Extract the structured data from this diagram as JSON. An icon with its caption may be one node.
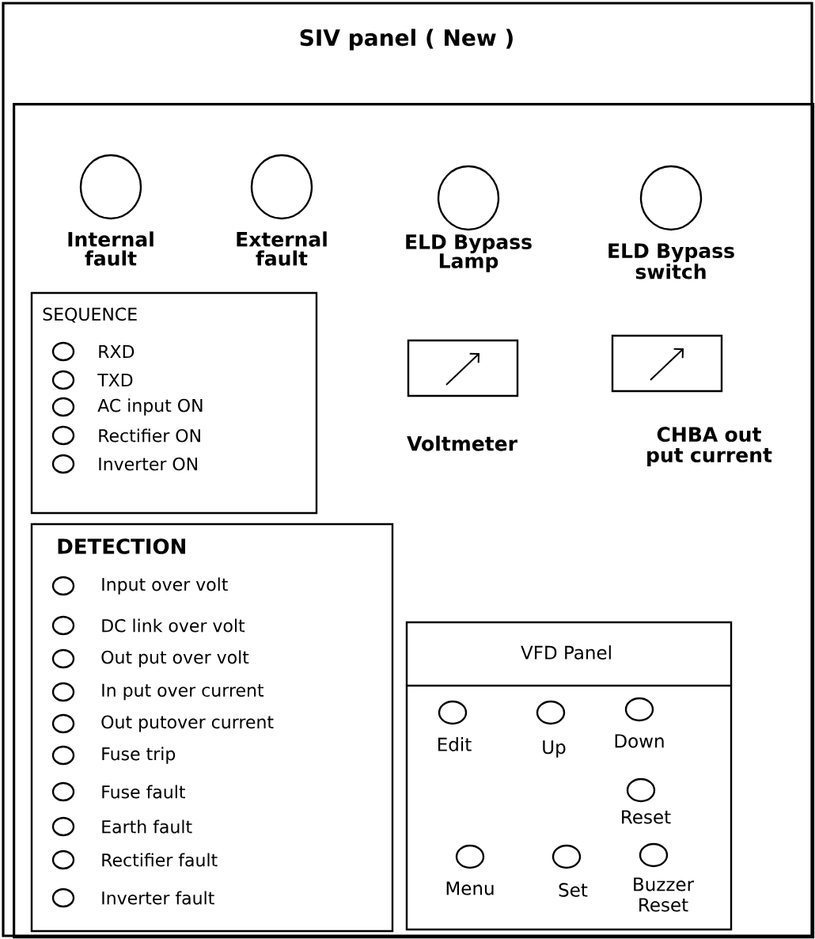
{
  "diagram": {
    "nodes": [
      {
        "text": [
          "SIV panel ( New )"
        ]
      },
      {
        "text": [],
        "shape": "box",
        "in": 0
      },
      {
        "text": [
          "Internal fault"
        ],
        "in": 1
      },
      {
        "text": [
          "External fault"
        ],
        "in": 1
      },
      {
        "text": [
          "ELD Bypass Lamp"
        ],
        "in": 1
      },
      {
        "text": [
          "ELD Bypass switch"
        ],
        "in": 1
      },
      {
        "text": [
          "SEQUENCE"
        ],
        "in": 1
      },
      {
        "text": [
          "RXD"
        ],
        "in": 6
      },
      {
        "text": [
          "TXD"
        ],
        "in": 6
      },
      {
        "text": [
          "AC input ON"
        ],
        "in": 6
      },
      {
        "text": [
          "Rectifier ON"
        ],
        "in": 6
      },
      {
        "text": [
          "Inverter ON"
        ],
        "in": 6
      },
      {
        "text": [
          "Voltmeter"
        ],
        "in": 1
      },
      {
        "text": [
          "CHBA out put current"
        ],
        "in": 1
      },
      {
        "text": [
          "DETECTION"
        ],
        "in": 1
      },
      {
        "text": [
          "Input over volt"
        ],
        "in": 14
      },
      {
        "text": [
          "DC link over volt"
        ],
        "in": 14
      },
      {
        "text": [
          "Out put over volt"
        ],
        "in": 14
      },
      {
        "text": [
          "In put over current"
        ],
        "in": 14
      },
      {
        "text": [
          "Out putover current"
        ],
        "in": 14
      },
      {
        "text": [
          "Fuse trip"
        ],
        "in": 14
      },
      {
        "text": [
          "Fuse fault"
        ],
        "in": 14
      },
      {
        "text": [
          "Earth fault"
        ],
        "in": 14
      },
      {
        "text": [
          "Rectifier fault"
        ],
        "in": 14
      },
      {
        "text": [
          "Inverter fault"
        ],
        "in": 14
      },
      {
        "text": [
          "VFD Panel"
        ],
        "in": 1
      },
      {
        "text": [
          "Edit"
        ],
        "in": 25
      },
      {
        "text": [
          "Up"
        ],
        "in": 25
      },
      {
        "text": [
          "Down"
        ],
        "in": 25
      },
      {
        "text": [
          "Reset"
        ],
        "in": 25
      },
      {
        "text": [
          "Menu"
        ],
        "in": 25
      },
      {
        "text": [
          "Set"
        ],
        "in": 25
      },
      {
        "text": [
          "Buzzer Reset"
        ],
        "in": 25
      }
    ]
  }
}
